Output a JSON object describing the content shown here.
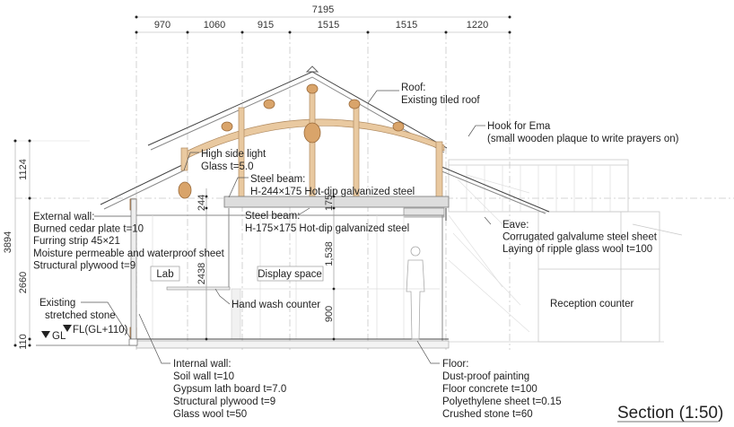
{
  "title": "Section (1:50)",
  "dimensions": {
    "overall_width": "7195",
    "spans": [
      "970",
      "1060",
      "915",
      "1515",
      "1515",
      "1220"
    ],
    "overall_height": "3894",
    "heights": [
      "1124",
      "2660",
      "110"
    ],
    "inner": {
      "beam_244": "244",
      "beam_175": "175",
      "height_1538": "1,538",
      "height_2438": "2438",
      "counter_900": "900"
    }
  },
  "levels": {
    "gl": "GL",
    "fl": "FL(GL+110)"
  },
  "rooms": {
    "lab": "Lab",
    "display": "Display space"
  },
  "notes": {
    "roof": [
      "Roof:",
      "Existing tiled roof"
    ],
    "hook": [
      "Hook for Ema",
      "(small wooden plaque to write prayers on)"
    ],
    "high_side_light": [
      "High side light",
      "Glass t=5.0"
    ],
    "steel_beam_1": [
      "Steel beam:",
      "H-244×175 Hot-dip galvanized steel"
    ],
    "steel_beam_2": [
      "Steel beam:",
      "H-175×175 Hot-dip galvanized steel"
    ],
    "external_wall": [
      "External wall:",
      "Burned cedar plate t=10",
      "Furring strip 45×21",
      "Moisture permeable and waterproof sheet",
      "Structural plywood t=9"
    ],
    "eave": [
      "Eave:",
      "Corrugated galvalume steel sheet",
      "Laying of ripple glass wool t=100"
    ],
    "hand_wash": "Hand wash counter",
    "reception": "Reception counter",
    "stone": [
      "Existing",
      "stretched stone"
    ],
    "internal_wall": [
      "Internal wall:",
      "Soil wall t=10",
      "Gypsum lath board t=7.0",
      "Structural plywood t=9",
      "Glass wool t=50"
    ],
    "floor": [
      "Floor:",
      "Dust-proof painting",
      "Floor concrete t=100",
      "Polyethylene sheet t=0.15",
      "Crushed stone t=60"
    ]
  }
}
